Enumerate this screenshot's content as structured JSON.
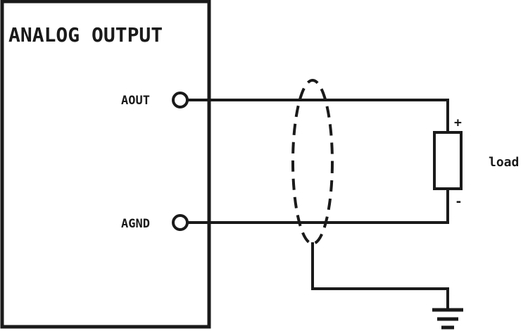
{
  "module": {
    "title": "ANALOG OUTPUT"
  },
  "terminals": {
    "aout": "AOUT",
    "agnd": "AGND"
  },
  "load": {
    "label": "load",
    "plus": "+",
    "minus": "-"
  },
  "colors": {
    "line": "#1a1a1a",
    "background": "#ffffff"
  }
}
